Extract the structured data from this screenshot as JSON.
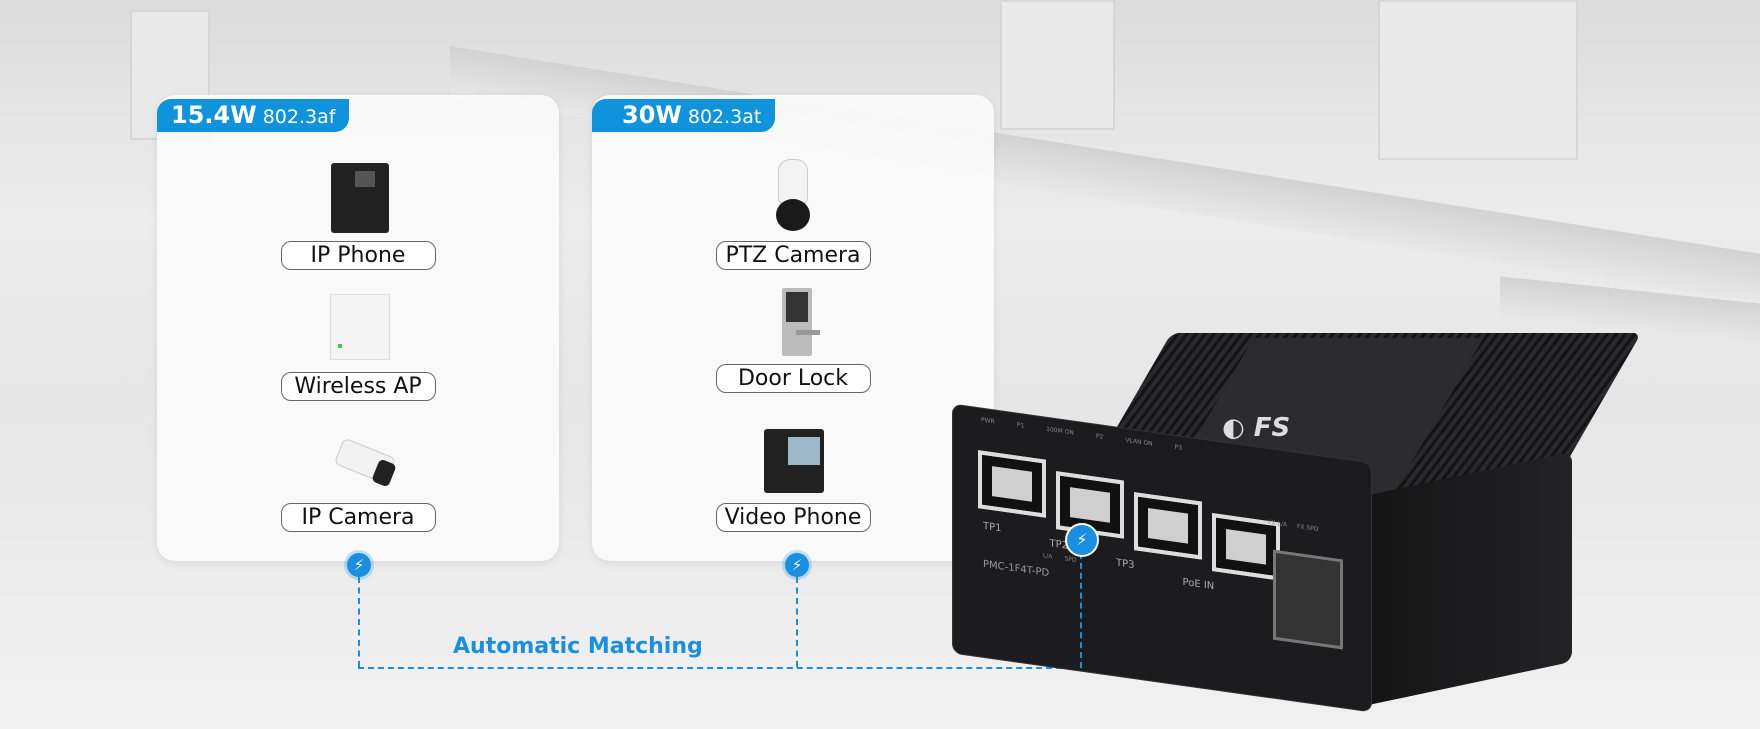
{
  "panels": [
    {
      "badge_watt": "15.4W",
      "badge_standard": "802.3af",
      "items": [
        {
          "label": "IP Phone",
          "icon": "ip-phone-icon"
        },
        {
          "label": "Wireless AP",
          "icon": "wireless-ap-icon"
        },
        {
          "label": "IP Camera",
          "icon": "ip-camera-icon"
        }
      ]
    },
    {
      "badge_watt": "30W",
      "badge_standard": "802.3at",
      "items": [
        {
          "label": "PTZ Camera",
          "icon": "ptz-camera-icon"
        },
        {
          "label": "Door Lock",
          "icon": "door-lock-icon"
        },
        {
          "label": "Video Phone",
          "icon": "video-phone-icon"
        }
      ]
    }
  ],
  "connector_label": "Automatic Matching",
  "device": {
    "brand": "FS",
    "model": "PMC-1F4T-PD",
    "ports": [
      "TP1",
      "TP2",
      "TP3",
      "PoE IN"
    ],
    "leds": [
      "PWR",
      "P1",
      "P2",
      "P3",
      "FX L/A",
      "FX SPD"
    ],
    "switches": [
      "100M ON",
      "VLAN ON"
    ],
    "port_sub": [
      "L/A",
      "SPD"
    ]
  },
  "colors": {
    "accent": "#0f93dc",
    "line": "#1a8fe0",
    "device": "#1f1f21"
  }
}
